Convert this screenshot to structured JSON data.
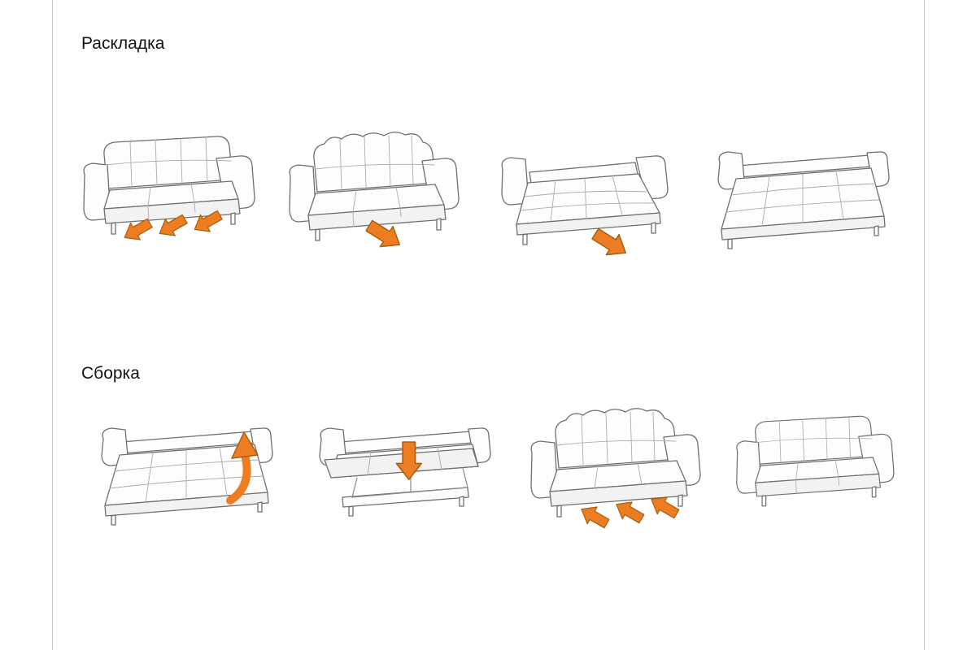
{
  "page": {
    "background": "#ffffff",
    "frame_border_color": "#c9c9c9"
  },
  "colors": {
    "arrow_fill": "#ee7d22",
    "arrow_stroke": "#a65d0e",
    "outline": "#6f6f6f",
    "quilt_line": "#ababab"
  },
  "sections": [
    {
      "id": "unfold",
      "title": "Раскладка",
      "steps": [
        {
          "label": "step-1",
          "arrow": "three-arrows-down-left"
        },
        {
          "label": "step-2",
          "arrow": "arrow-down-right"
        },
        {
          "label": "step-3",
          "arrow": "arrow-down-right"
        },
        {
          "label": "step-4",
          "arrow": "none"
        }
      ]
    },
    {
      "id": "fold",
      "title": "Сборка",
      "steps": [
        {
          "label": "step-1",
          "arrow": "curved-arrow-up"
        },
        {
          "label": "step-2",
          "arrow": "arrow-down"
        },
        {
          "label": "step-3",
          "arrow": "three-arrows-up-left"
        },
        {
          "label": "step-4",
          "arrow": "none"
        }
      ]
    }
  ]
}
